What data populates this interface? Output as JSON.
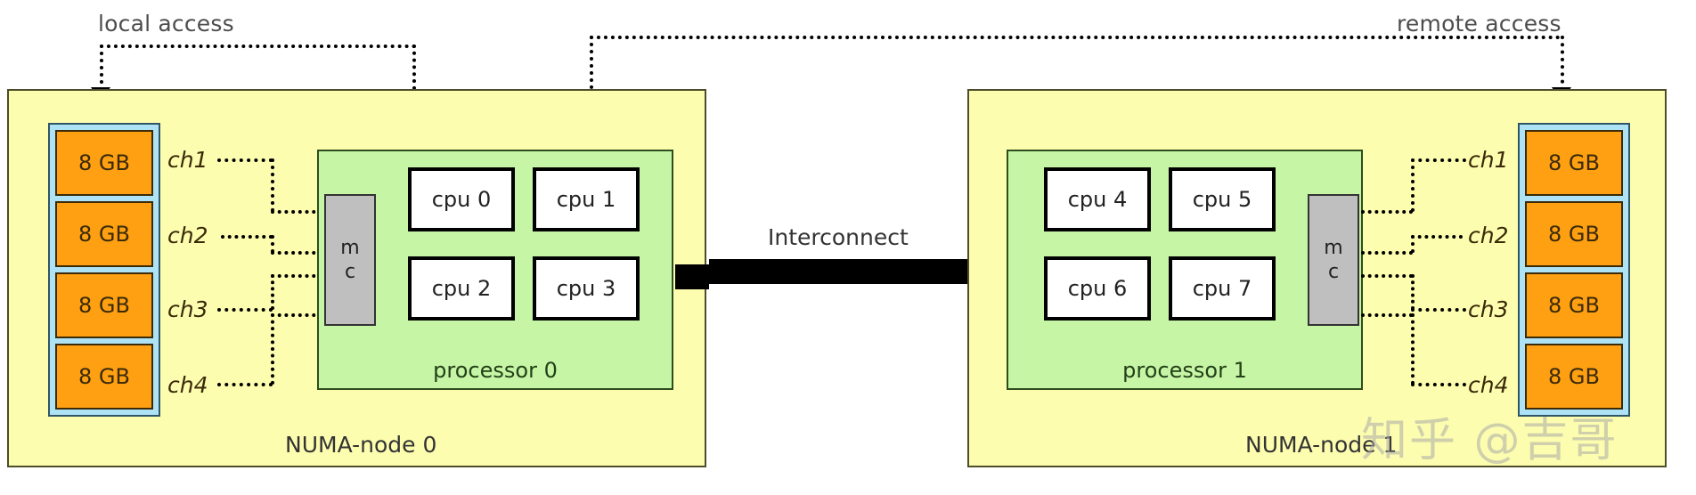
{
  "diagram": {
    "title": "NUMA architecture with two nodes",
    "colors": {
      "node_fill": "#fdfdb0",
      "node_border": "#4d4d2b",
      "processor_fill": "#c5f5a5",
      "processor_border": "#2e4d1e",
      "memory_module_fill": "#ffa012",
      "memory_bank_fill": "#aee2f5",
      "mc_fill": "#bfbfbf",
      "cpu_fill": "#ffffff",
      "interconnect": "#000000"
    }
  },
  "annotations": {
    "local_access": "local access",
    "remote_access": "remote access"
  },
  "interconnect": {
    "label": "Interconnect"
  },
  "nodes": [
    {
      "label": "NUMA-node 0",
      "processor": {
        "label": "processor 0",
        "cpus": [
          "cpu 0",
          "cpu 1",
          "cpu 2",
          "cpu 3"
        ],
        "memory_controller": {
          "line1": "m",
          "line2": "c"
        }
      },
      "memory": {
        "modules": [
          "8 GB",
          "8 GB",
          "8 GB",
          "8 GB"
        ],
        "channels": [
          "ch1",
          "ch2",
          "ch3",
          "ch4"
        ]
      }
    },
    {
      "label": "NUMA-node 1",
      "processor": {
        "label": "processor 1",
        "cpus": [
          "cpu 4",
          "cpu 5",
          "cpu 6",
          "cpu 7"
        ],
        "memory_controller": {
          "line1": "m",
          "line2": "c"
        }
      },
      "memory": {
        "modules": [
          "8 GB",
          "8 GB",
          "8 GB",
          "8 GB"
        ],
        "channels": [
          "ch1",
          "ch2",
          "ch3",
          "ch4"
        ]
      }
    }
  ],
  "watermark": {
    "text": "知乎 @吉哥"
  }
}
